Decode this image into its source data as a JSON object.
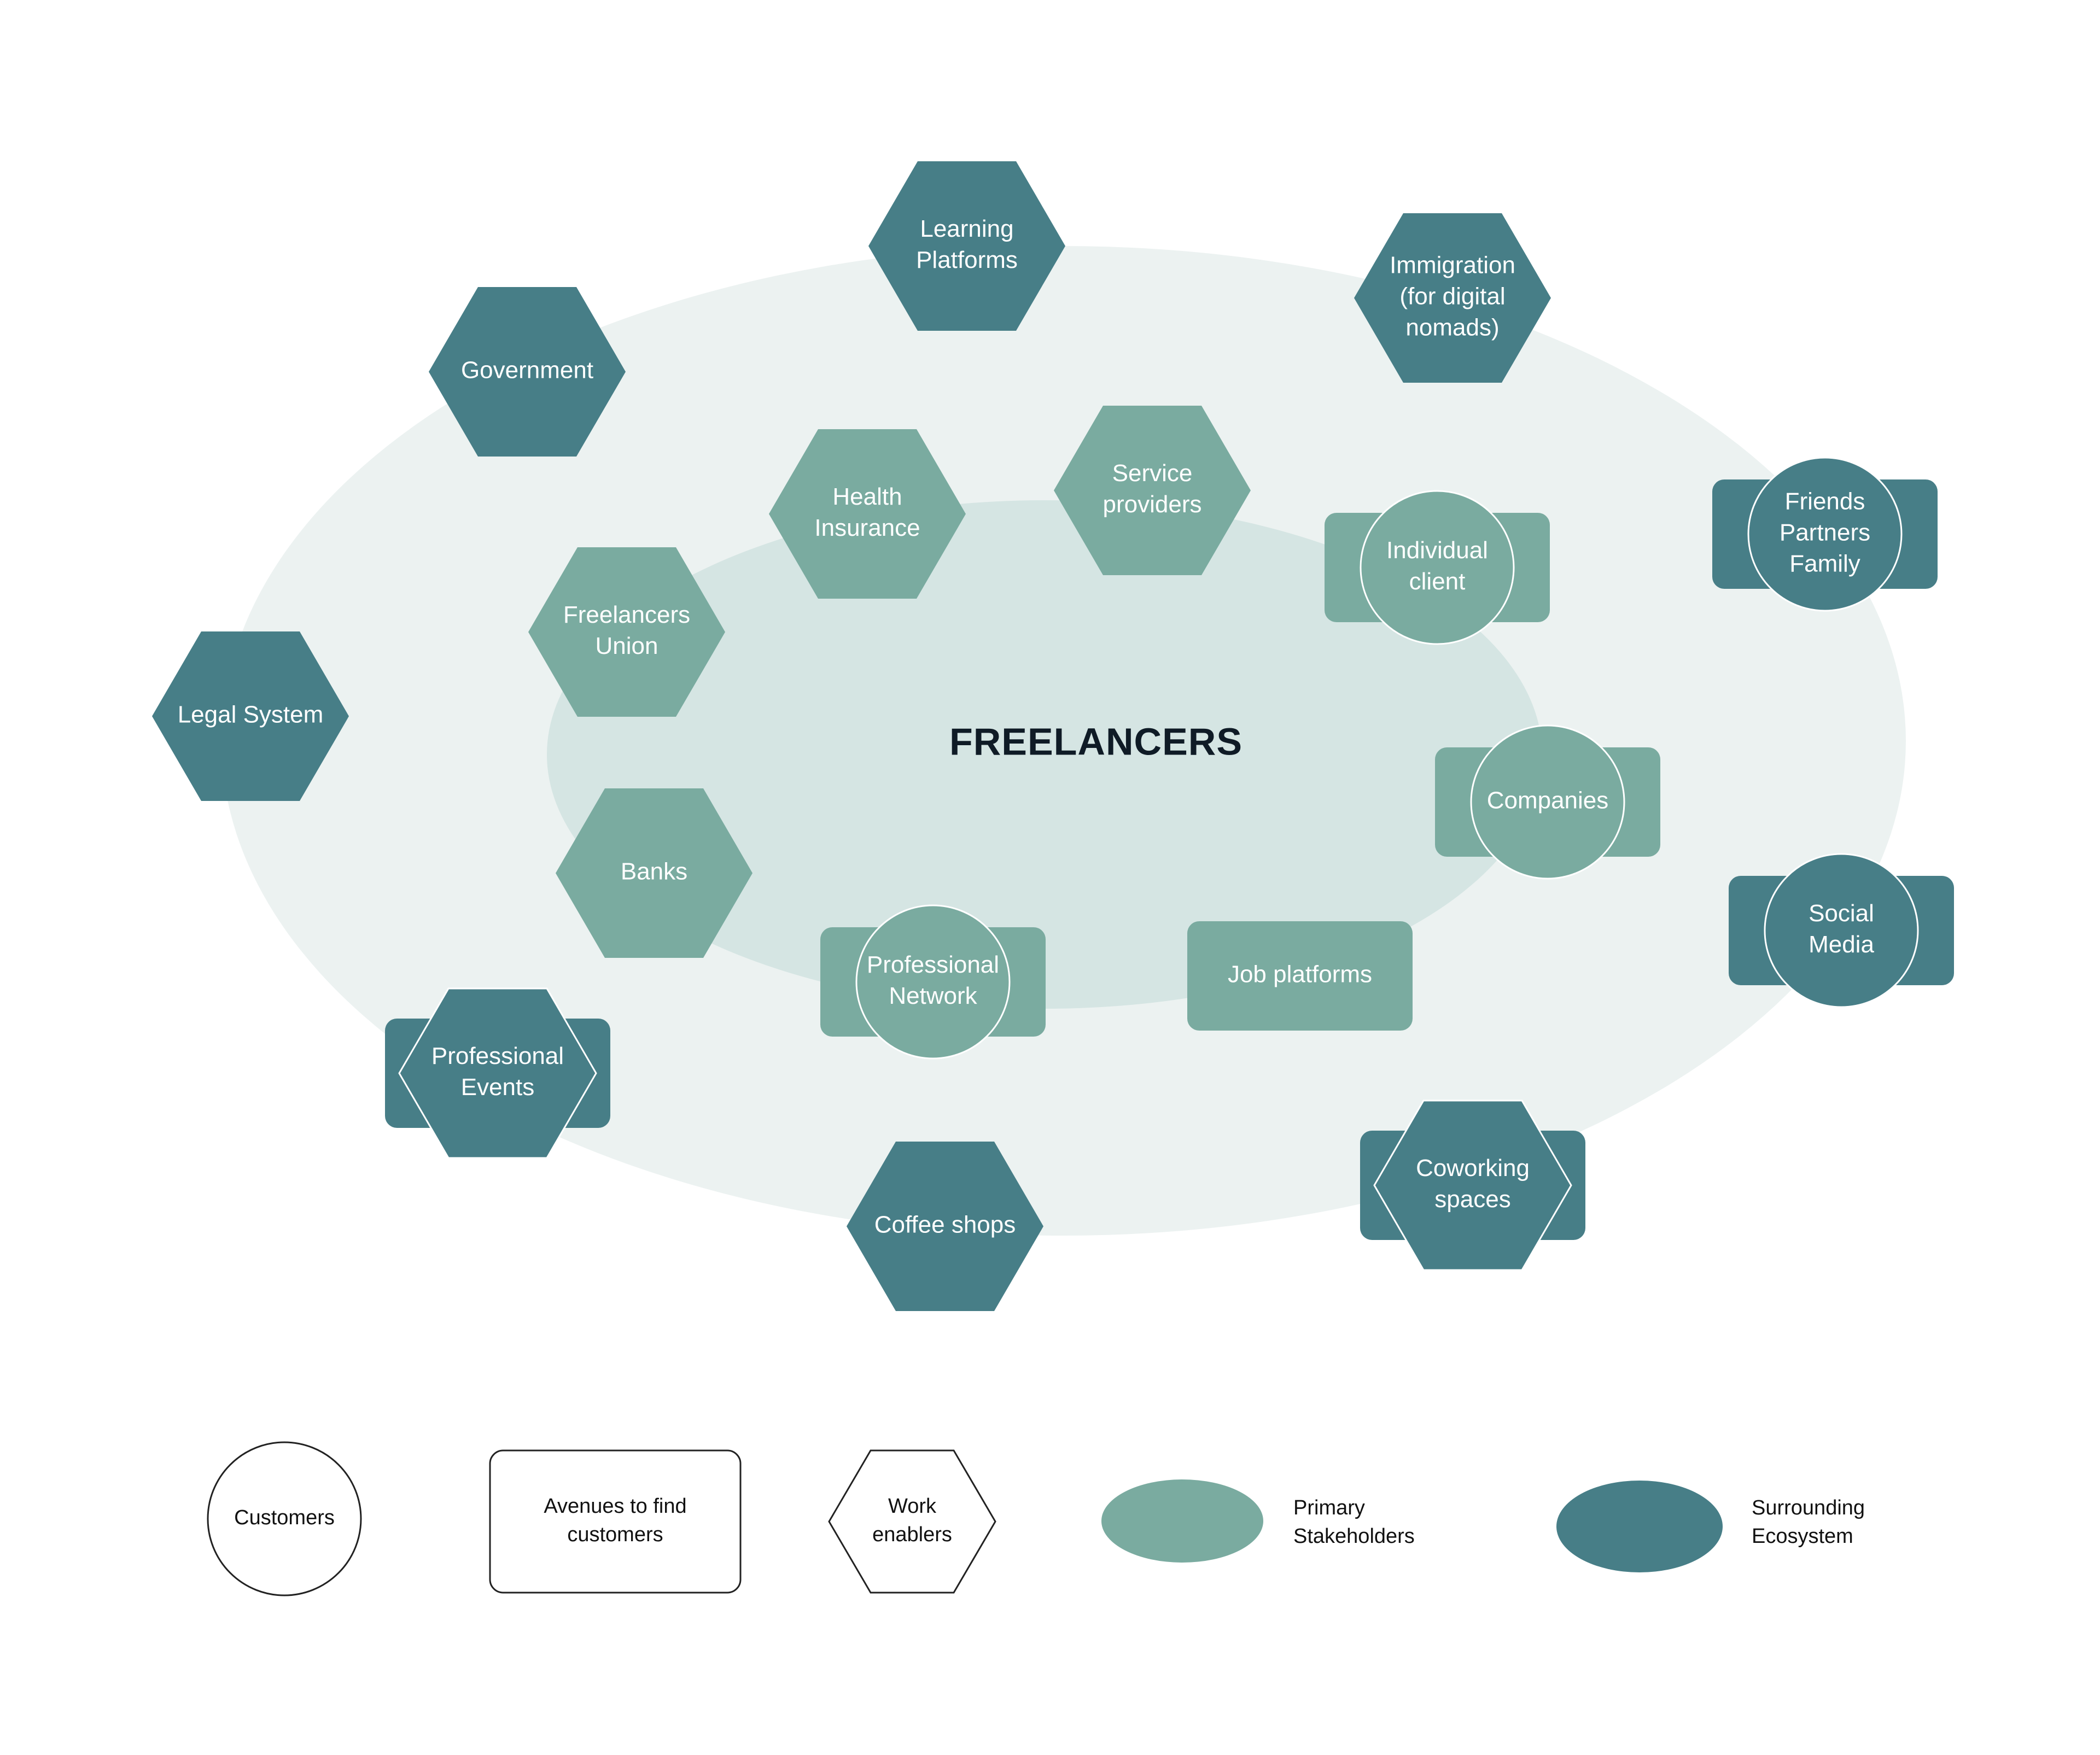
{
  "center": {
    "title": "FREELANCERS"
  },
  "colors": {
    "primary": "#7aaba0",
    "surrounding": "#477e87",
    "outer_zone": "#ecf2f1",
    "inner_zone": "#d5e5e3",
    "outline": "#ffffff",
    "legend_outline": "#222222"
  },
  "nodes": [
    {
      "id": "learning-platforms",
      "shape": "hexagon",
      "tier": "surrounding",
      "lines": [
        "Learning",
        "Platforms"
      ]
    },
    {
      "id": "immigration",
      "shape": "hexagon",
      "tier": "surrounding",
      "lines": [
        "Immigration",
        "(for digital",
        "nomads)"
      ]
    },
    {
      "id": "government",
      "shape": "hexagon",
      "tier": "surrounding",
      "lines": [
        "Government"
      ]
    },
    {
      "id": "friends-partners-family",
      "shape": "circle-on-rect",
      "tier": "surrounding",
      "lines": [
        "Friends",
        "Partners",
        "Family"
      ]
    },
    {
      "id": "health-insurance",
      "shape": "hexagon",
      "tier": "primary",
      "lines": [
        "Health",
        "Insurance"
      ]
    },
    {
      "id": "service-providers",
      "shape": "hexagon",
      "tier": "primary",
      "lines": [
        "Service",
        "providers"
      ]
    },
    {
      "id": "individual-client",
      "shape": "circle-on-rect",
      "tier": "primary",
      "lines": [
        "Individual",
        "client"
      ]
    },
    {
      "id": "freelancers-union",
      "shape": "hexagon",
      "tier": "primary",
      "lines": [
        "Freelancers",
        "Union"
      ]
    },
    {
      "id": "legal-system",
      "shape": "hexagon",
      "tier": "surrounding",
      "lines": [
        "Legal System"
      ]
    },
    {
      "id": "companies",
      "shape": "circle-on-rect",
      "tier": "primary",
      "lines": [
        "Companies"
      ]
    },
    {
      "id": "banks",
      "shape": "hexagon",
      "tier": "primary",
      "lines": [
        "Banks"
      ]
    },
    {
      "id": "social-media",
      "shape": "circle-on-rect",
      "tier": "surrounding",
      "lines": [
        "Social",
        "Media"
      ]
    },
    {
      "id": "professional-network",
      "shape": "circle-on-rect",
      "tier": "primary",
      "lines": [
        "Professional",
        "Network"
      ]
    },
    {
      "id": "job-platforms",
      "shape": "rect",
      "tier": "primary",
      "lines": [
        "Job platforms"
      ]
    },
    {
      "id": "professional-events",
      "shape": "hexagon-on-rect",
      "tier": "surrounding",
      "lines": [
        "Professional",
        "Events"
      ]
    },
    {
      "id": "coworking-spaces",
      "shape": "hexagon-on-rect",
      "tier": "surrounding",
      "lines": [
        "Coworking",
        "spaces"
      ]
    },
    {
      "id": "coffee-shops",
      "shape": "hexagon",
      "tier": "surrounding",
      "lines": [
        "Coffee shops"
      ]
    }
  ],
  "legend": [
    {
      "id": "customers",
      "shape": "circle",
      "lines": [
        "Customers"
      ]
    },
    {
      "id": "avenues",
      "shape": "rect",
      "lines": [
        "Avenues to find",
        "customers"
      ]
    },
    {
      "id": "work-enablers",
      "shape": "hexagon",
      "lines": [
        "Work",
        "enablers"
      ]
    },
    {
      "id": "primary",
      "shape": "ellipse",
      "tier": "primary",
      "lines": [
        "Primary",
        "Stakeholders"
      ]
    },
    {
      "id": "surrounding",
      "shape": "ellipse",
      "tier": "surrounding",
      "lines": [
        "Surrounding",
        "Ecosystem"
      ]
    }
  ]
}
